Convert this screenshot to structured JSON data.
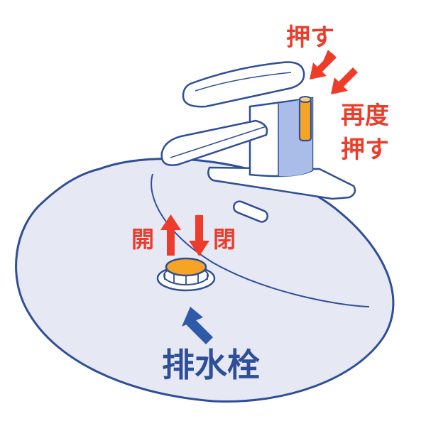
{
  "labels": {
    "push": "押す",
    "push_again_line1": "再度",
    "push_again_line2": "押す",
    "open": "開",
    "close": "閉",
    "drain_plug": "排水栓"
  },
  "colors": {
    "outline": "#2e4f97",
    "basin_fill": "#e6e8f3",
    "faucet_fill": "#ffffff",
    "faucet_shade": "#a9bde8",
    "knob_orange": "#f5a425",
    "arrow_red": "#ee3b2a",
    "arrow_blue": "#2e5aa8",
    "text_blue": "#2e4f97"
  },
  "icons": {
    "push_arrows": "double-down-left-arrow-icon",
    "open_close_arrows": "up-down-arrow-icon",
    "drain_pointer": "up-arrow-icon"
  }
}
